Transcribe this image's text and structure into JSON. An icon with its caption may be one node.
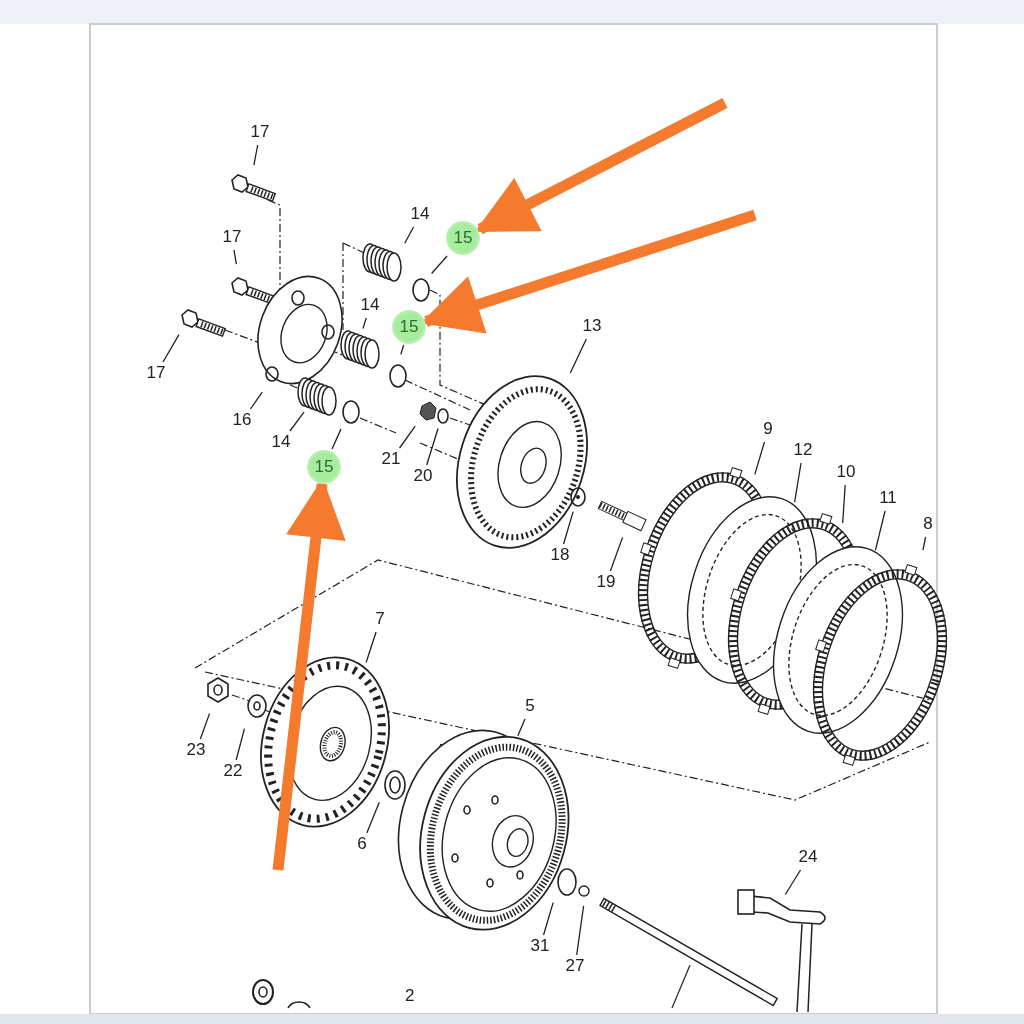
{
  "diagram": {
    "nodes": [
      {
        "text": [
          "17"
        ]
      },
      {
        "text": [
          "17"
        ]
      },
      {
        "text": [
          "17"
        ]
      },
      {
        "text": [
          "14"
        ]
      },
      {
        "text": [
          "15"
        ]
      },
      {
        "text": [
          "14"
        ]
      },
      {
        "text": [
          "15"
        ]
      },
      {
        "text": [
          "16"
        ]
      },
      {
        "text": [
          "14"
        ]
      },
      {
        "text": [
          "15"
        ]
      },
      {
        "text": [
          "21"
        ]
      },
      {
        "text": [
          "20"
        ]
      },
      {
        "text": [
          "13"
        ]
      },
      {
        "text": [
          "18"
        ]
      },
      {
        "text": [
          "19"
        ]
      },
      {
        "text": [
          "9"
        ]
      },
      {
        "text": [
          "12"
        ]
      },
      {
        "text": [
          "10"
        ]
      },
      {
        "text": [
          "11"
        ]
      },
      {
        "text": [
          "8"
        ]
      },
      {
        "text": [
          "7"
        ]
      },
      {
        "text": [
          "23"
        ]
      },
      {
        "text": [
          "22"
        ]
      },
      {
        "text": [
          "6"
        ]
      },
      {
        "text": [
          "5"
        ]
      },
      {
        "text": [
          "31"
        ]
      },
      {
        "text": [
          "27"
        ]
      },
      {
        "text": [
          "24"
        ]
      }
    ],
    "edges": [
      {
        "from": 0,
        "to": null,
        "arrow": "none"
      },
      {
        "from": 1,
        "to": null,
        "arrow": "none"
      },
      {
        "from": 2,
        "to": null,
        "arrow": "none"
      },
      {
        "from": 3,
        "to": null,
        "arrow": "none"
      },
      {
        "from": 4,
        "to": null,
        "arrow": "none"
      },
      {
        "from": 5,
        "to": null,
        "arrow": "none"
      },
      {
        "from": 6,
        "to": null,
        "arrow": "none"
      },
      {
        "from": 7,
        "to": null,
        "arrow": "none"
      },
      {
        "from": 8,
        "to": null,
        "arrow": "none"
      },
      {
        "from": 9,
        "to": null,
        "arrow": "none"
      },
      {
        "from": 10,
        "to": null,
        "arrow": "none"
      },
      {
        "from": 11,
        "to": null,
        "arrow": "none"
      },
      {
        "from": 12,
        "to": null,
        "arrow": "none"
      },
      {
        "from": 13,
        "to": null,
        "arrow": "none"
      },
      {
        "from": 14,
        "to": null,
        "arrow": "none"
      },
      {
        "from": 15,
        "to": null,
        "arrow": "none"
      },
      {
        "from": 16,
        "to": null,
        "arrow": "none"
      },
      {
        "from": 17,
        "to": null,
        "arrow": "none"
      },
      {
        "from": 18,
        "to": null,
        "arrow": "none"
      },
      {
        "from": 19,
        "to": null,
        "arrow": "none"
      },
      {
        "from": 20,
        "to": null,
        "arrow": "none"
      },
      {
        "from": 21,
        "to": null,
        "arrow": "none"
      },
      {
        "from": 22,
        "to": null,
        "arrow": "none"
      },
      {
        "from": 23,
        "to": null,
        "arrow": "none"
      },
      {
        "from": 24,
        "to": null,
        "arrow": "none"
      },
      {
        "from": 25,
        "to": null,
        "arrow": "none"
      },
      {
        "from": 26,
        "to": null,
        "arrow": "none"
      },
      {
        "from": 27,
        "to": null,
        "arrow": "none"
      },
      {
        "from": null,
        "to": 4,
        "arrow": "to",
        "style": "thick",
        "color": "#f47a2e"
      },
      {
        "from": null,
        "to": 6,
        "arrow": "to",
        "style": "thick",
        "color": "#f47a2e"
      },
      {
        "from": null,
        "to": 9,
        "arrow": "to",
        "style": "thick",
        "color": "#f47a2e"
      }
    ],
    "labels": [
      "2"
    ]
  }
}
